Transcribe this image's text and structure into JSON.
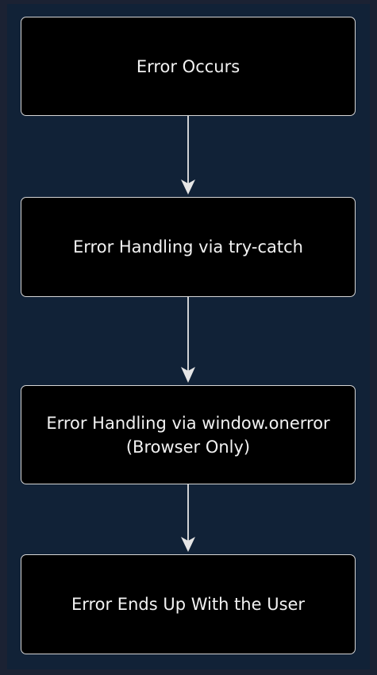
{
  "diagram": {
    "nodes": [
      {
        "id": "error-occurs",
        "label": "Error Occurs"
      },
      {
        "id": "try-catch",
        "label": "Error Handling via try-catch"
      },
      {
        "id": "window-onerror",
        "label": "Error Handling via window.onerror\n(Browser Only)"
      },
      {
        "id": "user",
        "label": "Error Ends Up With the User"
      }
    ],
    "edges": [
      {
        "from": "error-occurs",
        "to": "try-catch"
      },
      {
        "from": "try-catch",
        "to": "window-onerror"
      },
      {
        "from": "window-onerror",
        "to": "user"
      }
    ]
  },
  "colors": {
    "background": "#112237",
    "node_fill": "#000000",
    "node_border": "#d6d6d6",
    "text": "#f2f2f2",
    "arrow": "#e6e6e6"
  }
}
